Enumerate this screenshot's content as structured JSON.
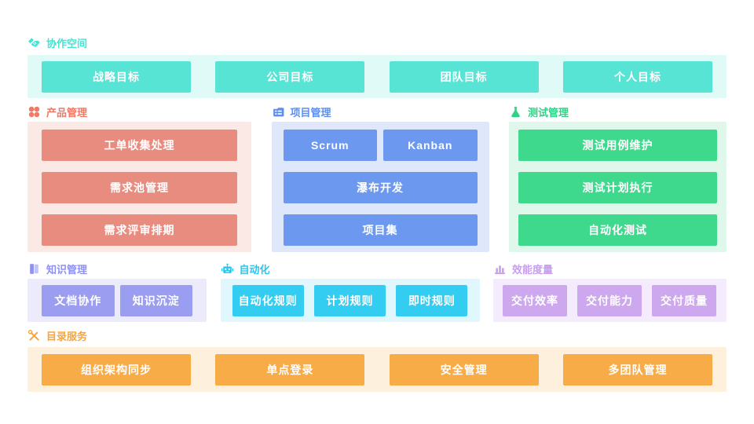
{
  "sections": {
    "collaboration": {
      "title": "协作空间",
      "icon": "handshake-icon",
      "colors": {
        "accent": "#47E2D1",
        "panel": "#E0FAF7",
        "button": "#57E4D5"
      },
      "buttons": [
        "战略目标",
        "公司目标",
        "团队目标",
        "个人目标"
      ]
    },
    "product": {
      "title": "产品管理",
      "icon": "four-dots-icon",
      "colors": {
        "accent": "#EF7A68",
        "panel": "#FBE9E5",
        "button": "#E98C80"
      },
      "buttons": [
        "工单收集处理",
        "需求池管理",
        "需求评审排期"
      ]
    },
    "project": {
      "title": "项目管理",
      "icon": "task-board-icon",
      "colors": {
        "accent": "#5E8FEF",
        "panel": "#DFE8FB",
        "button": "#6C98F0"
      },
      "buttons": [
        "Scrum",
        "Kanban",
        "瀑布开发",
        "项目集"
      ]
    },
    "testing": {
      "title": "测试管理",
      "icon": "flask-icon",
      "colors": {
        "accent": "#2FD287",
        "panel": "#DFF8EB",
        "button": "#3FD98E"
      },
      "buttons": [
        "测试用例维护",
        "测试计划执行",
        "自动化测试"
      ]
    },
    "knowledge": {
      "title": "知识管理",
      "icon": "book-icon",
      "colors": {
        "accent": "#8F92EE",
        "panel": "#EBEBFB",
        "button": "#9B9EF0"
      },
      "buttons": [
        "文档协作",
        "知识沉淀"
      ]
    },
    "automation": {
      "title": "自动化",
      "icon": "robot-icon",
      "colors": {
        "accent": "#27C8F0",
        "panel": "#DFF7FD",
        "button": "#33CDF2"
      },
      "buttons": [
        "自动化规则",
        "计划规则",
        "即时规则"
      ]
    },
    "metrics": {
      "title": "效能度量",
      "icon": "bar-chart-icon",
      "colors": {
        "accent": "#C79DED",
        "panel": "#F4EBFC",
        "button": "#CDA8EF"
      },
      "buttons": [
        "交付效率",
        "交付能力",
        "交付质量"
      ]
    },
    "directory": {
      "title": "目录服务",
      "icon": "tools-icon",
      "colors": {
        "accent": "#F8A53C",
        "panel": "#FDF1DE",
        "button": "#F8AC47"
      },
      "buttons": [
        "组织架构同步",
        "单点登录",
        "安全管理",
        "多团队管理"
      ]
    }
  }
}
